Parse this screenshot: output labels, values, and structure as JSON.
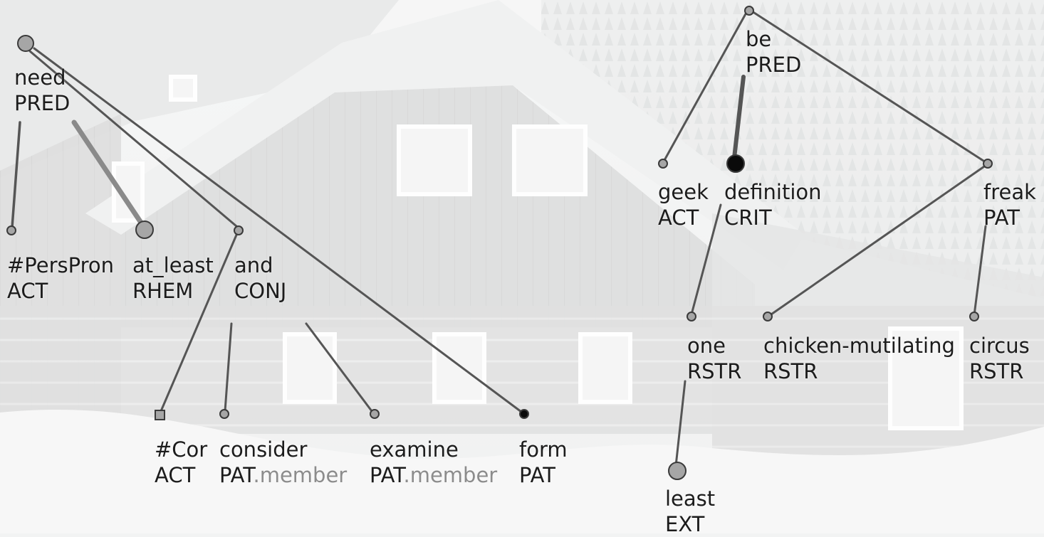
{
  "trees": [
    {
      "nodes": [
        {
          "id": "need",
          "lemma": "need",
          "functor": "PRED",
          "functor_suffix": ""
        },
        {
          "id": "perspron",
          "lemma": "#PersPron",
          "functor": "ACT",
          "functor_suffix": ""
        },
        {
          "id": "at_least",
          "lemma": "at_least",
          "functor": "RHEM",
          "functor_suffix": ""
        },
        {
          "id": "and",
          "lemma": "and",
          "functor": "CONJ",
          "functor_suffix": ""
        },
        {
          "id": "cor",
          "lemma": "#Cor",
          "functor": "ACT",
          "functor_suffix": ""
        },
        {
          "id": "consider",
          "lemma": "consider",
          "functor": "PAT",
          "functor_suffix": ".member"
        },
        {
          "id": "examine",
          "lemma": "examine",
          "functor": "PAT",
          "functor_suffix": ".member"
        },
        {
          "id": "form",
          "lemma": "form",
          "functor": "PAT",
          "functor_suffix": ""
        }
      ]
    },
    {
      "nodes": [
        {
          "id": "be",
          "lemma": "be",
          "functor": "PRED",
          "functor_suffix": ""
        },
        {
          "id": "geek",
          "lemma": "geek",
          "functor": "ACT",
          "functor_suffix": ""
        },
        {
          "id": "definition",
          "lemma": "definition",
          "functor": "CRIT",
          "functor_suffix": ""
        },
        {
          "id": "freak",
          "lemma": "freak",
          "functor": "PAT",
          "functor_suffix": ""
        },
        {
          "id": "one",
          "lemma": "one",
          "functor": "RSTR",
          "functor_suffix": ""
        },
        {
          "id": "chicken",
          "lemma": "chicken-mutilating",
          "functor": "RSTR",
          "functor_suffix": ""
        },
        {
          "id": "circus",
          "lemma": "circus",
          "functor": "RSTR",
          "functor_suffix": ""
        },
        {
          "id": "least",
          "lemma": "least",
          "functor": "EXT",
          "functor_suffix": ""
        }
      ]
    }
  ],
  "colors": {
    "edge": "#555555",
    "edge_light": "#8a8a8a",
    "node_fill": "#a6a6a6",
    "node_stroke": "#3a3a3a",
    "node_dark": "#0a0a0a",
    "text": "#1c1c1c",
    "suffix": "#8c8c8c"
  }
}
